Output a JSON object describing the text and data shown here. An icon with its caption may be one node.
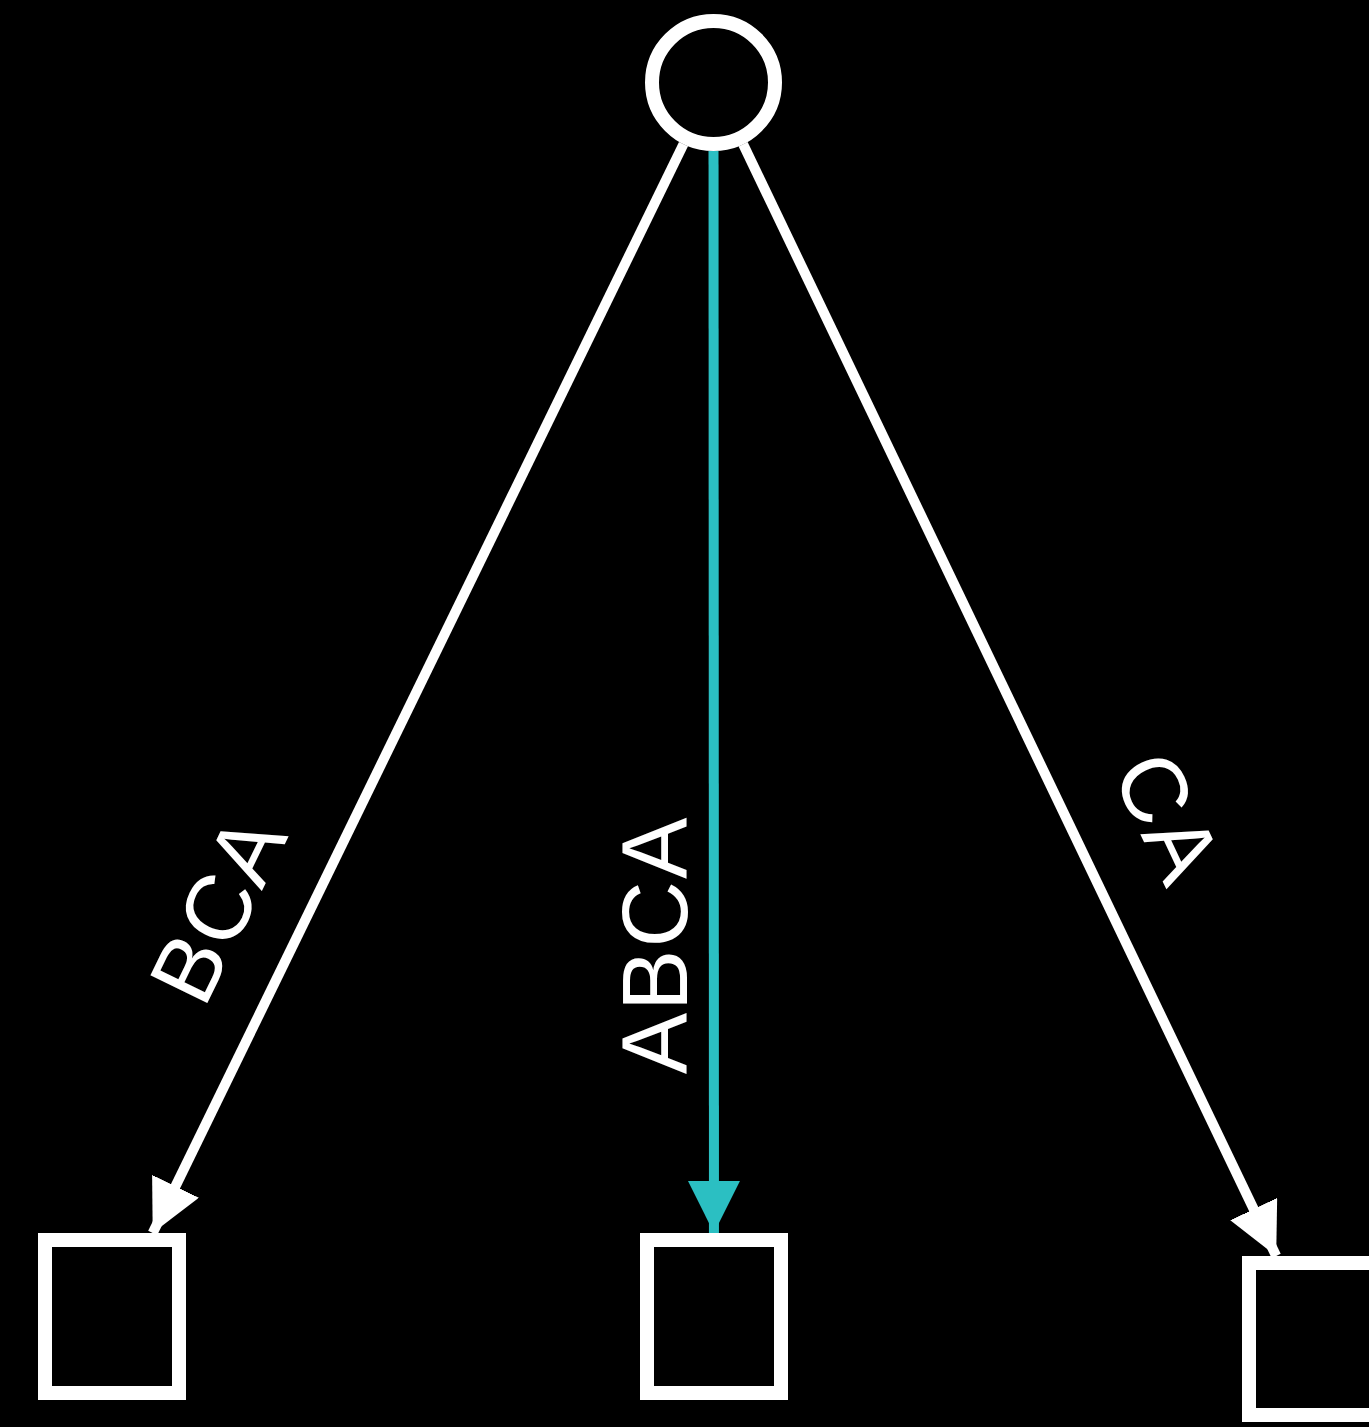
{
  "diagram": {
    "nodes": [
      {
        "text": [],
        "shape": "circle"
      },
      {
        "text": [],
        "shape": "box"
      },
      {
        "text": [],
        "shape": "box"
      },
      {
        "text": [],
        "shape": "box"
      }
    ],
    "edges": [
      {
        "from": 0,
        "to": 1,
        "arrow": "to",
        "label": "BCA"
      },
      {
        "from": 0,
        "to": 2,
        "arrow": "to",
        "label": "ABCA",
        "color": "#2bbfc2"
      },
      {
        "from": 0,
        "to": 3,
        "arrow": "to",
        "label": "CA"
      }
    ]
  }
}
